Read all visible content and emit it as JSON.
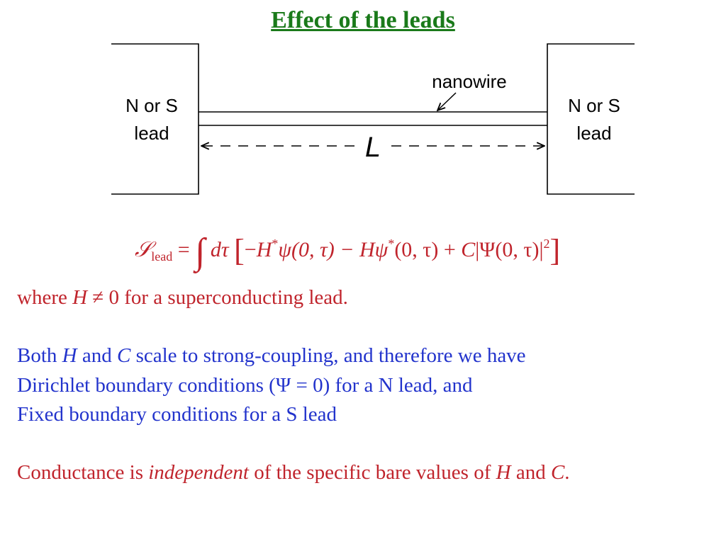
{
  "title": "Effect of the leads",
  "diagram": {
    "left_lead_line1": "N or S",
    "left_lead_line2": "lead",
    "right_lead_line1": "N or S",
    "right_lead_line2": "lead",
    "wire_label": "nanowire",
    "length_label": "L"
  },
  "formula": {
    "lhs_symbol": "𝒮",
    "lhs_subscript": "lead",
    "equals": "=",
    "integral": "∫",
    "dtau": "dτ",
    "left_bracket": "[",
    "term1_minus": "−",
    "term1_H": "H",
    "term1_star": "*",
    "term1_rest": "ψ(0, τ) −",
    "term2_H": "H",
    "term2_psi": "ψ",
    "term2_star": "*",
    "term2_rest": "(0, τ) +",
    "term3_C": "C",
    "term3_rest": "|Ψ(0, τ)|",
    "term3_power": "2",
    "right_bracket": "]"
  },
  "text": {
    "line1_pre": "where ",
    "line1_var": "H",
    "line1_post": " ≠ 0 for a superconducting lead.",
    "line2_pre": "Both ",
    "line2_var1": "H",
    "line2_mid": " and ",
    "line2_var2": "C",
    "line2_post": " scale to strong-coupling, and therefore we have",
    "line3": "Dirichlet boundary conditions (Ψ = 0) for a N lead, and",
    "line4": "Fixed boundary conditions for a S lead",
    "line5_pre": "Conductance is ",
    "line5_em": "independent",
    "line5_mid": " of the specific bare values of ",
    "line5_var1": "H",
    "line5_and": " and ",
    "line5_var2": "C",
    "line5_end": "."
  },
  "colors": {
    "title": "#1a7a1a",
    "red_text": "#c0242c",
    "blue_text": "#2233cc"
  }
}
